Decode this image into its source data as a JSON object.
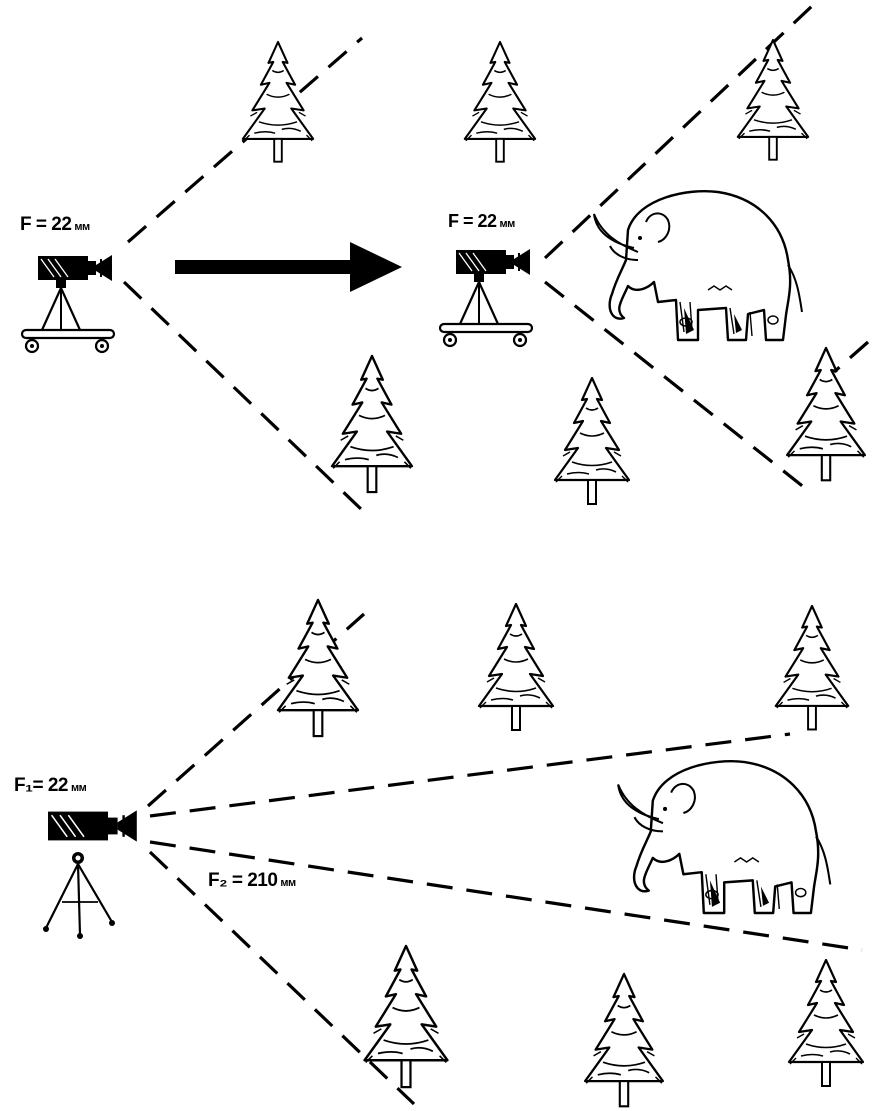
{
  "labels": {
    "top_left": {
      "text": "F = 22",
      "unit": "мм"
    },
    "top_mid": {
      "text": "F = 22",
      "unit": "мм"
    },
    "bottom_f1": {
      "text": "F₁= 22",
      "unit": "мм"
    },
    "bottom_f2": {
      "text": "F₂ = 210",
      "unit": "мм"
    }
  },
  "colors": {
    "ink": "#000000",
    "paper": "#ffffff"
  }
}
